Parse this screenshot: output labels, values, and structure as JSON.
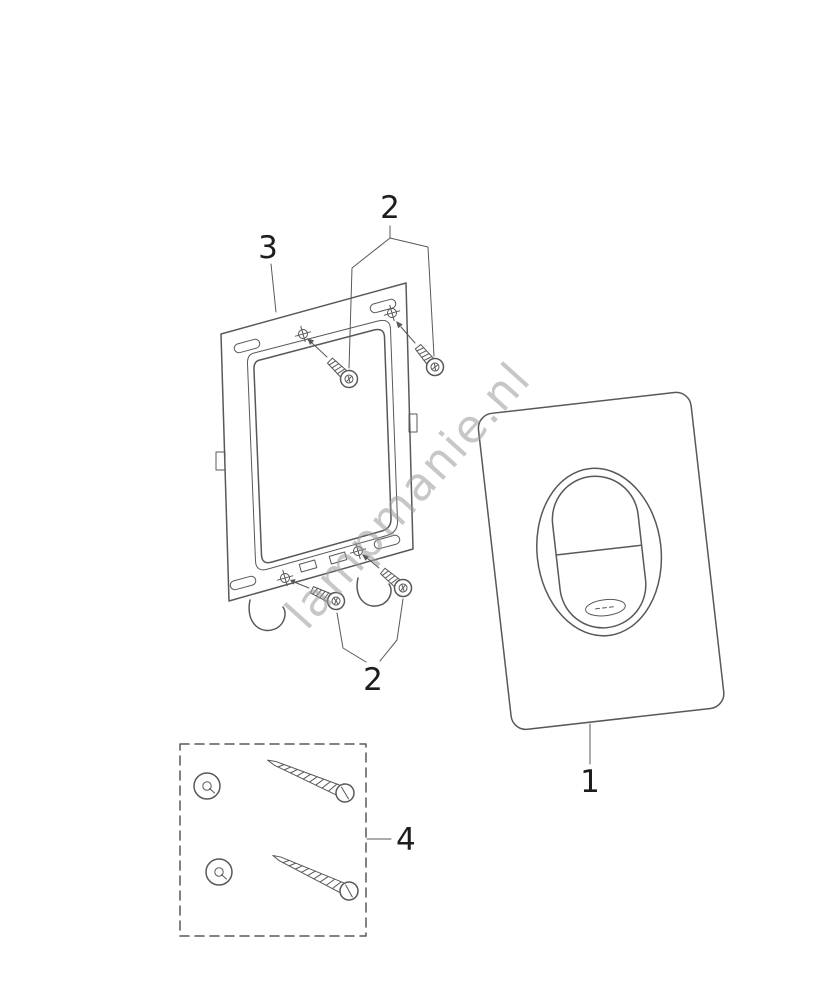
{
  "diagram": {
    "callouts": {
      "plate": "1",
      "screws_top": "2",
      "screws_bottom": "2",
      "frame": "3",
      "fixing_set": "4"
    },
    "watermark": "lampmanie.nl",
    "colors": {
      "background": "#ffffff",
      "line": "#585858",
      "callout_text": "#1d1d1d",
      "watermark": "#9a9a9a"
    }
  }
}
